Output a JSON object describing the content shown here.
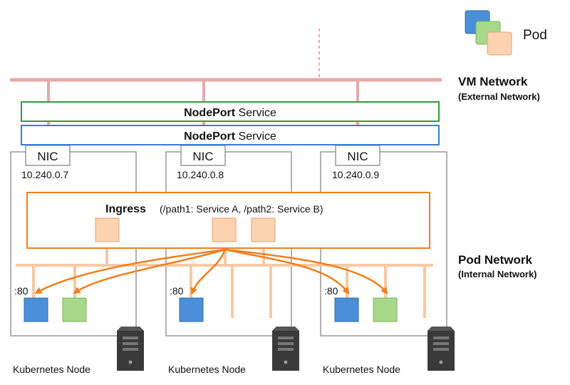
{
  "legend": {
    "pod_label": "Pod"
  },
  "vm_network": {
    "title": "VM Network",
    "subtitle": "(External Network)"
  },
  "pod_network": {
    "title": "Pod Network",
    "subtitle": "(Internal Network)"
  },
  "services": [
    {
      "bold": "NodePort",
      "rest": " Service",
      "color": "#3a9a3a"
    },
    {
      "bold": "NodePort",
      "rest": " Service",
      "color": "#3d7bd6"
    }
  ],
  "ingress": {
    "bold": "Ingress",
    "rules": "(/path1: Service A,   /path2: Service B)",
    "color": "#f07f1e"
  },
  "nodes": [
    {
      "nic": "NIC",
      "ip": "10.240.0.7",
      "label": "Kubernetes Node",
      "port": ":80"
    },
    {
      "nic": "NIC",
      "ip": "10.240.0.8",
      "label": "Kubernetes Node",
      "port": ":80"
    },
    {
      "nic": "NIC",
      "ip": "10.240.0.9",
      "label": "Kubernetes Node",
      "port": ":80"
    }
  ],
  "colors": {
    "vm_network_line": "#e8a8a8",
    "pod_network_line": "#f6c9a4",
    "arrow": "#f07f1e",
    "pod_blue": "#4a8fd8",
    "pod_green": "#a8d88a",
    "pod_orange": "#fbd3b0",
    "node_border": "#999999",
    "server": "#3a3a3a"
  }
}
